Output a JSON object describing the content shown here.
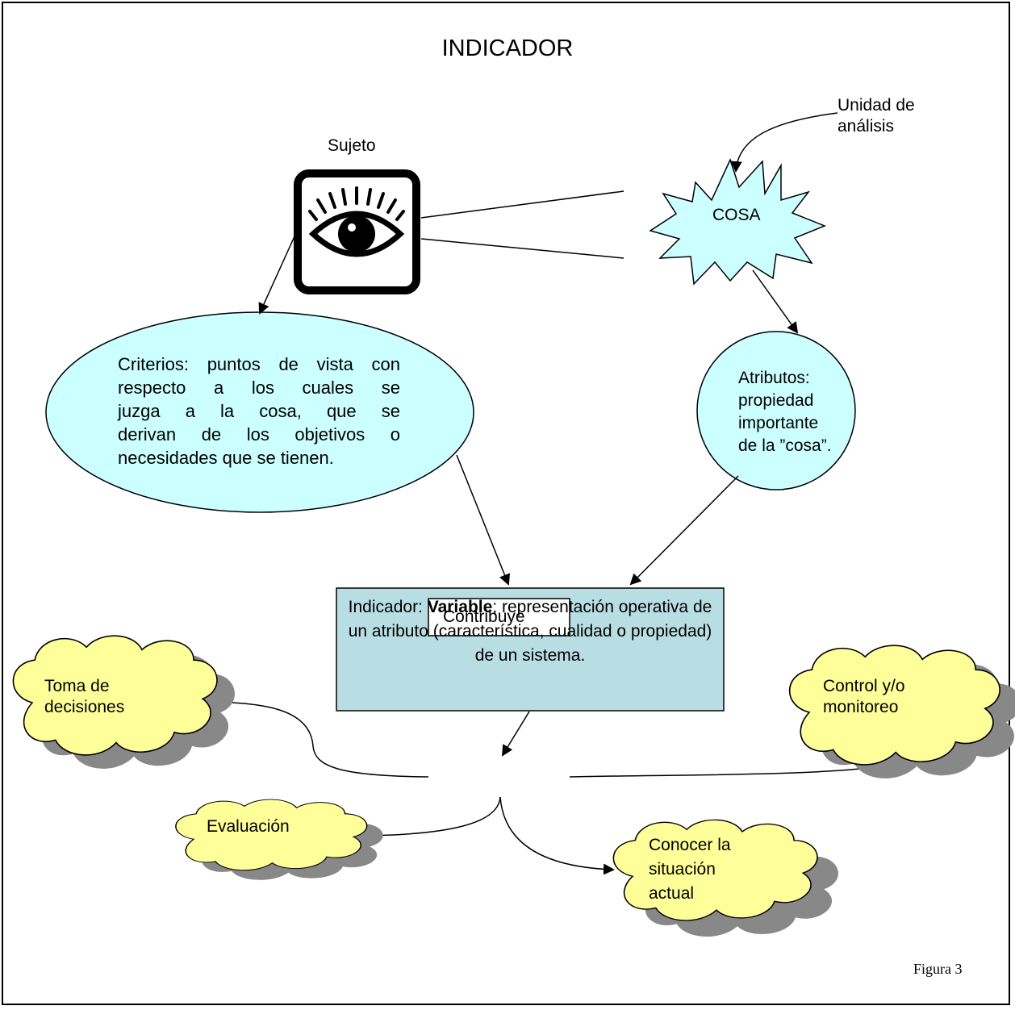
{
  "title": "INDICADOR",
  "sujeto": "Sujeto",
  "unidad_analisis": "Unidad de\nanálisis",
  "cosa": "COSA",
  "criterios": {
    "lines": [
      "Criterios: puntos de vista con",
      "respecto a los cuales se",
      "juzga a la cosa, que se",
      "derivan de los objetivos o"
    ],
    "last_line": "necesidades que se tienen."
  },
  "atributos": "Atributos:\npropiedad\nimportante\n de la ”cosa”.",
  "indicador": {
    "prefix": "Indicador: ",
    "bold": "Variable",
    "suffix": "; representación operativa de un atributo (característica, cualidad o propiedad) de un sistema."
  },
  "contribuye": "Contribuye",
  "clouds": {
    "toma_decisiones": "Toma de\ndecisiones",
    "control": "Control y/o\nmonitoreo",
    "evaluacion": "Evaluación",
    "conocer": "Conocer la\nsituación\nactual"
  },
  "figura": "Figura 3",
  "colors": {
    "ellipse_fill": "#ccffff",
    "box_fill": "#b8dee3",
    "cloud_fill": "#ffff99",
    "cloud_shadow": "#888888"
  }
}
